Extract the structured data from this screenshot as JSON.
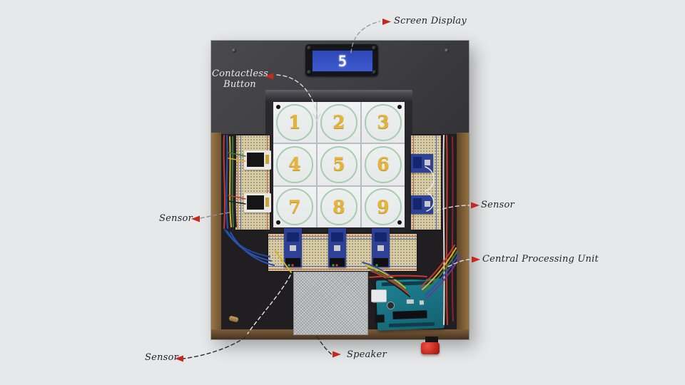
{
  "annotations": {
    "screen_display": {
      "label": "Screen Display"
    },
    "contactless_button": {
      "line1": "Contactless",
      "line2": "Button"
    },
    "sensor_left": {
      "label": "Sensor"
    },
    "sensor_right": {
      "label": "Sensor"
    },
    "sensor_bottom": {
      "label": "Sensor"
    },
    "cpu": {
      "label": "Central Processing Unit"
    },
    "speaker": {
      "label": "Speaker"
    }
  },
  "device": {
    "display_value": "5",
    "keypad_digits": [
      "1",
      "2",
      "3",
      "4",
      "5",
      "6",
      "7",
      "8",
      "9"
    ]
  },
  "colors": {
    "background": "#e7e8e9",
    "panel_dark": "#3f3e43",
    "annotation_text": "#232334",
    "annotation_text_on_dark": "#e9e9ea",
    "leader_arrow_red": "#c42a1c",
    "lcd_blue": "#3350c2",
    "keypad_digit_gold": "#e3b43e",
    "keypad_ring_green": "#a7ccb0",
    "breadboard_tan": "#d8cda6",
    "wood_brown": "#8a6844",
    "arduino_teal": "#1b7f91",
    "speaker_gray": "#b5b6b8",
    "push_button_red": "#c0271c"
  }
}
